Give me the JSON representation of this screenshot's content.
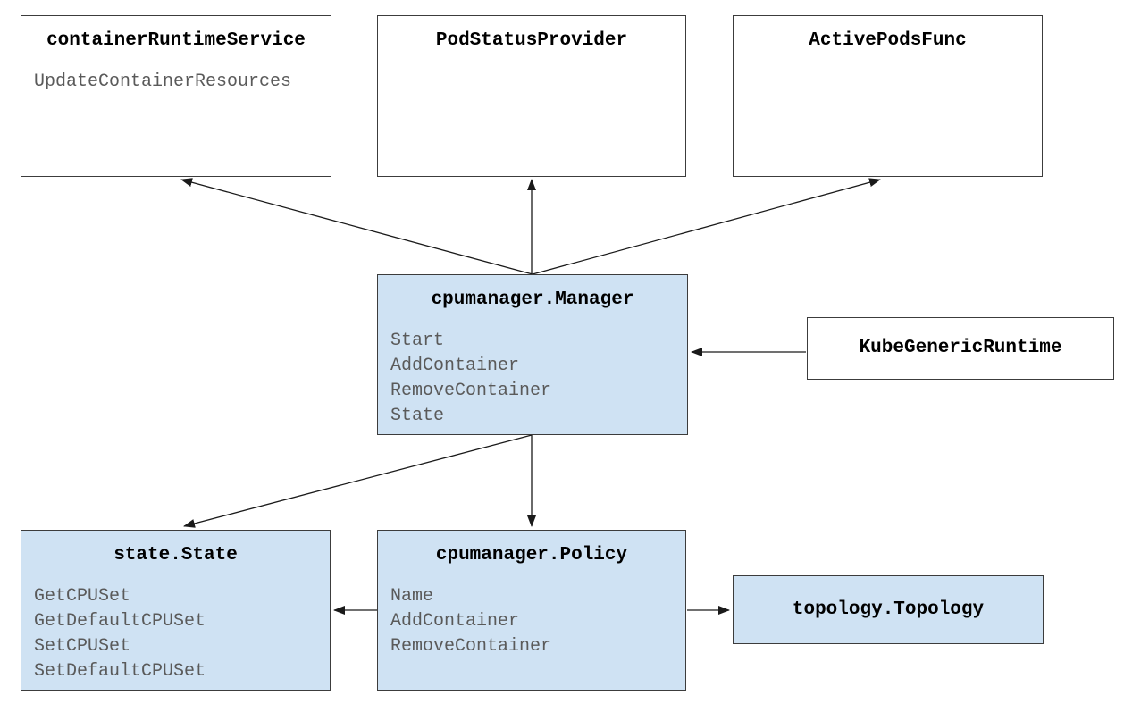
{
  "diagram": {
    "type": "component-diagram",
    "subject": "Kubernetes cpumanager architecture",
    "colors": {
      "box_fill_highlight": "#cfe2f3",
      "box_fill_plain": "#ffffff",
      "box_border": "#3c3c3c",
      "title_text": "#000000",
      "method_text": "#5a5a5a",
      "arrow": "#1a1a1a",
      "background": "#ffffff"
    },
    "boxes": {
      "container_runtime_service": {
        "title": "containerRuntimeService",
        "fill": "plain",
        "methods": [
          "UpdateContainerResources"
        ]
      },
      "pod_status_provider": {
        "title": "PodStatusProvider",
        "fill": "plain",
        "methods": []
      },
      "active_pods_func": {
        "title": "ActivePodsFunc",
        "fill": "plain",
        "methods": []
      },
      "cpumanager_manager": {
        "title": "cpumanager.Manager",
        "fill": "highlight",
        "methods": [
          "Start",
          "AddContainer",
          "RemoveContainer",
          "State"
        ]
      },
      "kube_generic_runtime": {
        "title": "KubeGenericRuntime",
        "fill": "plain",
        "methods": []
      },
      "state_state": {
        "title": "state.State",
        "fill": "highlight",
        "methods": [
          "GetCPUSet",
          "GetDefaultCPUSet",
          "SetCPUSet",
          "SetDefaultCPUSet"
        ]
      },
      "cpumanager_policy": {
        "title": "cpumanager.Policy",
        "fill": "highlight",
        "methods": [
          "Name",
          "AddContainer",
          "RemoveContainer"
        ]
      },
      "topology_topology": {
        "title": "topology.Topology",
        "fill": "highlight",
        "methods": []
      }
    },
    "edges": [
      {
        "from": "cpumanager_manager",
        "to": "container_runtime_service"
      },
      {
        "from": "cpumanager_manager",
        "to": "pod_status_provider"
      },
      {
        "from": "cpumanager_manager",
        "to": "active_pods_func"
      },
      {
        "from": "kube_generic_runtime",
        "to": "cpumanager_manager"
      },
      {
        "from": "cpumanager_manager",
        "to": "cpumanager_policy"
      },
      {
        "from": "cpumanager_manager",
        "to": "state_state"
      },
      {
        "from": "cpumanager_policy",
        "to": "state_state"
      },
      {
        "from": "cpumanager_policy",
        "to": "topology_topology"
      }
    ]
  }
}
